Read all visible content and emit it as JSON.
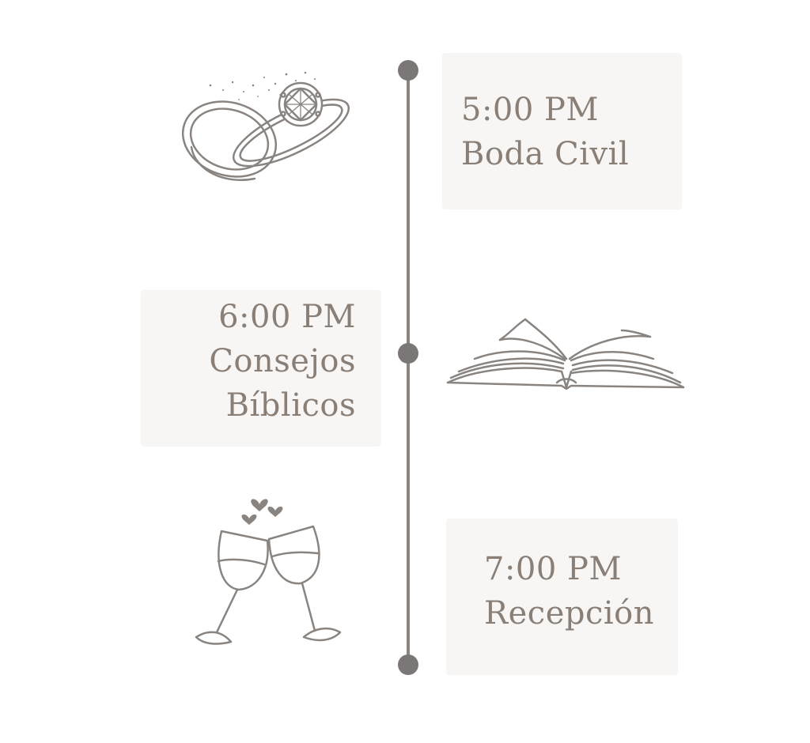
{
  "events": [
    {
      "time": "5:00 PM",
      "title_lines": [
        "Boda Civil"
      ],
      "icon": "rings-icon"
    },
    {
      "time": "6:00 PM",
      "title_lines": [
        "Consejos",
        "Bíblicos"
      ],
      "icon": "open-book-icon"
    },
    {
      "time": "7:00 PM",
      "title_lines": [
        "Recepción"
      ],
      "icon": "wine-toast-icon"
    }
  ],
  "colors": {
    "line": "#8a8480",
    "dot": "#7a7776",
    "card_bg": "#f7f6f4",
    "text": "#8a7f76",
    "sketch": "#8a8480"
  }
}
